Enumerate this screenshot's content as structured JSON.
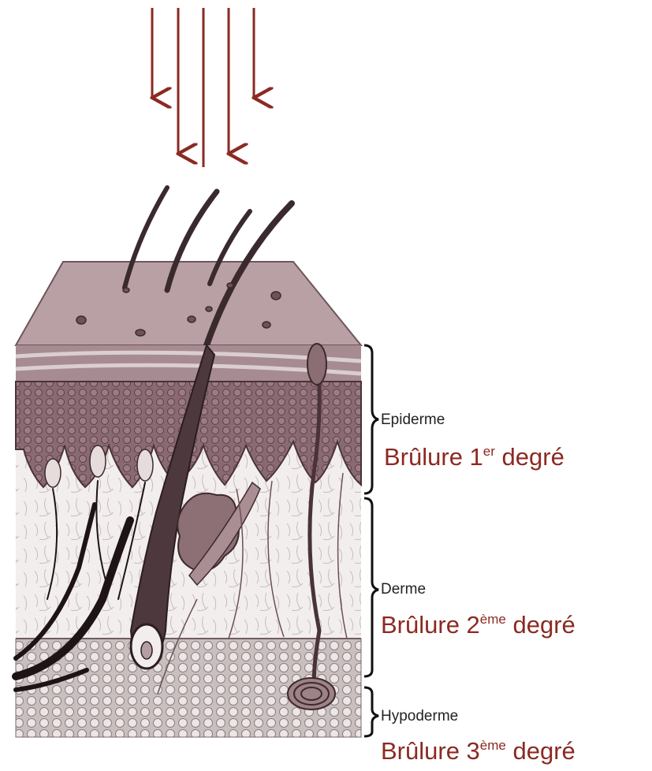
{
  "layers": {
    "epiderme": {
      "name": "Epiderme",
      "burn_prefix": "Brûlure 1",
      "burn_sup": "er",
      "burn_suffix": " degré"
    },
    "derme": {
      "name": "Derme",
      "burn_prefix": "Brûlure 2",
      "burn_sup": "ème",
      "burn_suffix": " degré"
    },
    "hypoderme": {
      "name": "Hypoderme",
      "burn_prefix": "Brûlure 3",
      "burn_sup": "ème",
      "burn_suffix": " degré"
    }
  },
  "colors": {
    "arrow": "#8b2a22",
    "label_accent": "#8b2a22",
    "skin_surface": "#b49a9e",
    "epidermis": "#7d5a64",
    "dermis": "#f1ecec",
    "hypodermis": "#d9d2d2"
  }
}
